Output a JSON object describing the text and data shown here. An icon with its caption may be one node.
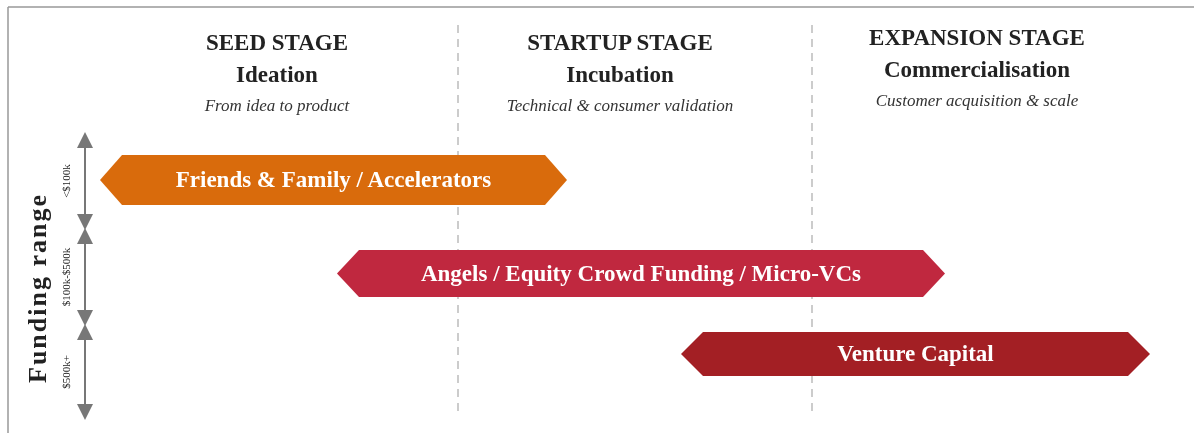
{
  "diagram": {
    "nodes": [
      {
        "text": [
          "Friends & Family / Accelerators"
        ]
      },
      {
        "text": [
          "Angels / Equity Crowd Funding / Micro-VCs"
        ]
      },
      {
        "text": [
          "Venture Capital"
        ]
      }
    ],
    "edges": [],
    "labels": [
      "SEED STAGE",
      "Ideation",
      "From idea to  product",
      "STARTUP STAGE",
      "Incubation",
      "Technical & consumer validation",
      "EXPANSION STAGE",
      "Commercialisation",
      "Customer acquisition & scale",
      "Funding range",
      "<$100k",
      "$100k-$500k",
      "$500k+"
    ]
  }
}
